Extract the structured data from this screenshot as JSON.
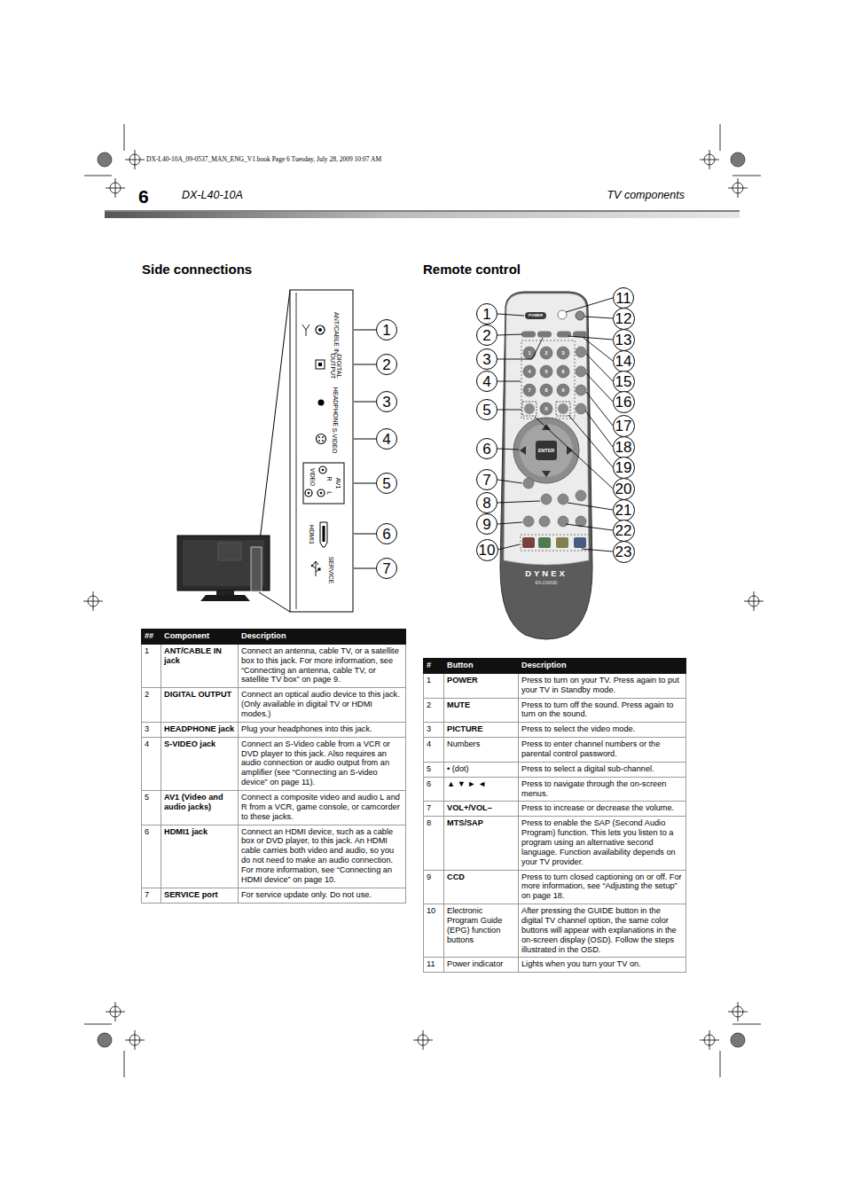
{
  "diagram": {
    "nodes": [
      {
        "text": [
          "1"
        ]
      },
      {
        "text": [
          "2"
        ]
      },
      {
        "text": [
          "3"
        ]
      },
      {
        "text": [
          "4"
        ]
      },
      {
        "text": [
          "5"
        ]
      },
      {
        "text": [
          "6"
        ]
      },
      {
        "text": [
          "7"
        ]
      },
      {
        "text": [
          "1"
        ]
      },
      {
        "text": [
          "2"
        ]
      },
      {
        "text": [
          "3"
        ]
      },
      {
        "text": [
          "4"
        ]
      },
      {
        "text": [
          "5"
        ]
      },
      {
        "text": [
          "6"
        ]
      },
      {
        "text": [
          "7"
        ]
      },
      {
        "text": [
          "8"
        ]
      },
      {
        "text": [
          "9"
        ]
      },
      {
        "text": [
          "10"
        ]
      },
      {
        "text": [
          "11"
        ]
      },
      {
        "text": [
          "12"
        ]
      },
      {
        "text": [
          "13"
        ]
      },
      {
        "text": [
          "14"
        ]
      },
      {
        "text": [
          "15"
        ]
      },
      {
        "text": [
          "16"
        ]
      },
      {
        "text": [
          "17"
        ]
      },
      {
        "text": [
          "18"
        ]
      },
      {
        "text": [
          "19"
        ]
      },
      {
        "text": [
          "20"
        ]
      },
      {
        "text": [
          "21"
        ]
      },
      {
        "text": [
          "22"
        ]
      },
      {
        "text": [
          "23"
        ]
      }
    ],
    "labels": [
      "DX-L40-10A_09-0537_MAN_ENG_V1.book Page 6 Tuesday, July 28, 2009 10:07 AM",
      "6",
      "DX-L40-10A",
      "TV components",
      "Side connections",
      "Remote control",
      "ANT/CABLE IN",
      "DIGITAL OUTPUT",
      "HEADPHONE",
      "S-VIDEO",
      "R",
      "VIDEO",
      "L",
      "AV1",
      "HDMI1",
      "SERVICE",
      "POWER",
      "ENTER",
      "DYNEX",
      "EN-21660D",
      "1",
      "2",
      "3",
      "4",
      "5",
      "6",
      "7",
      "8",
      "9",
      "0",
      "##",
      "Component",
      "Description",
      "1",
      "ANT/CABLE IN jack",
      "Connect an antenna, cable TV, or a satellite box to this jack. For more information, see “Connecting an antenna, cable TV, or satellite TV box” on page 9.",
      "2",
      "DIGITAL OUTPUT",
      "Connect an optical audio device to this jack. (Only available in digital TV or HDMI modes.)",
      "3",
      "HEADPHONE jack",
      "Plug your headphones into this jack.",
      "4",
      "S-VIDEO jack",
      "Connect an S-Video cable from a VCR or DVD player to this jack. Also requires an audio connection or audio output from an amplifier (see “Connecting an S-video device” on page 11).",
      "5",
      "AV1 (Video and audio jacks)",
      "Connect a composite video and audio L and R from a VCR, game console, or camcorder to these jacks.",
      "6",
      "HDMI1 jack",
      "Connect an HDMI device, such as a cable box or DVD player, to this jack. An HDMI cable carries both video and audio, so you do not need to make an audio connection. For more information, see “Connecting an HDMI device” on page 10.",
      "7",
      "SERVICE port",
      "For service update only. Do not use.",
      "#",
      "Button",
      "Description",
      "1",
      "POWER",
      "Press to turn on your TV. Press again to put your TV in Standby mode.",
      "2",
      "MUTE",
      "Press to turn off the sound. Press again to turn on the sound.",
      "3",
      "PICTURE",
      "Press to select the video mode.",
      "4",
      "Numbers",
      "Press to enter channel numbers or the parental control password.",
      "5",
      "• (dot)",
      "Press to select a digital sub-channel.",
      "6",
      "▲ ▼ ► ◄",
      "Press to navigate through the on-screen menus.",
      "7",
      "VOL+/VOL–",
      "Press to increase or decrease the volume.",
      "8",
      "MTS/SAP",
      "Press to enable the SAP (Second Audio Program) function. This lets you listen to a program using an alternative second language. Function availability depends on your TV provider.",
      "9",
      "CCD",
      "Press to turn closed captioning on or off. For more information, see “Adjusting the setup” on page 18.",
      "10",
      "Electronic Program Guide (EPG) function buttons",
      "After pressing the GUIDE button in the digital TV channel option, the same color buttons will appear with explanations in the on-screen display (OSD). Follow the steps illustrated in the OSD.",
      "11",
      "Power indicator",
      "Lights when you turn your TV on."
    ]
  }
}
